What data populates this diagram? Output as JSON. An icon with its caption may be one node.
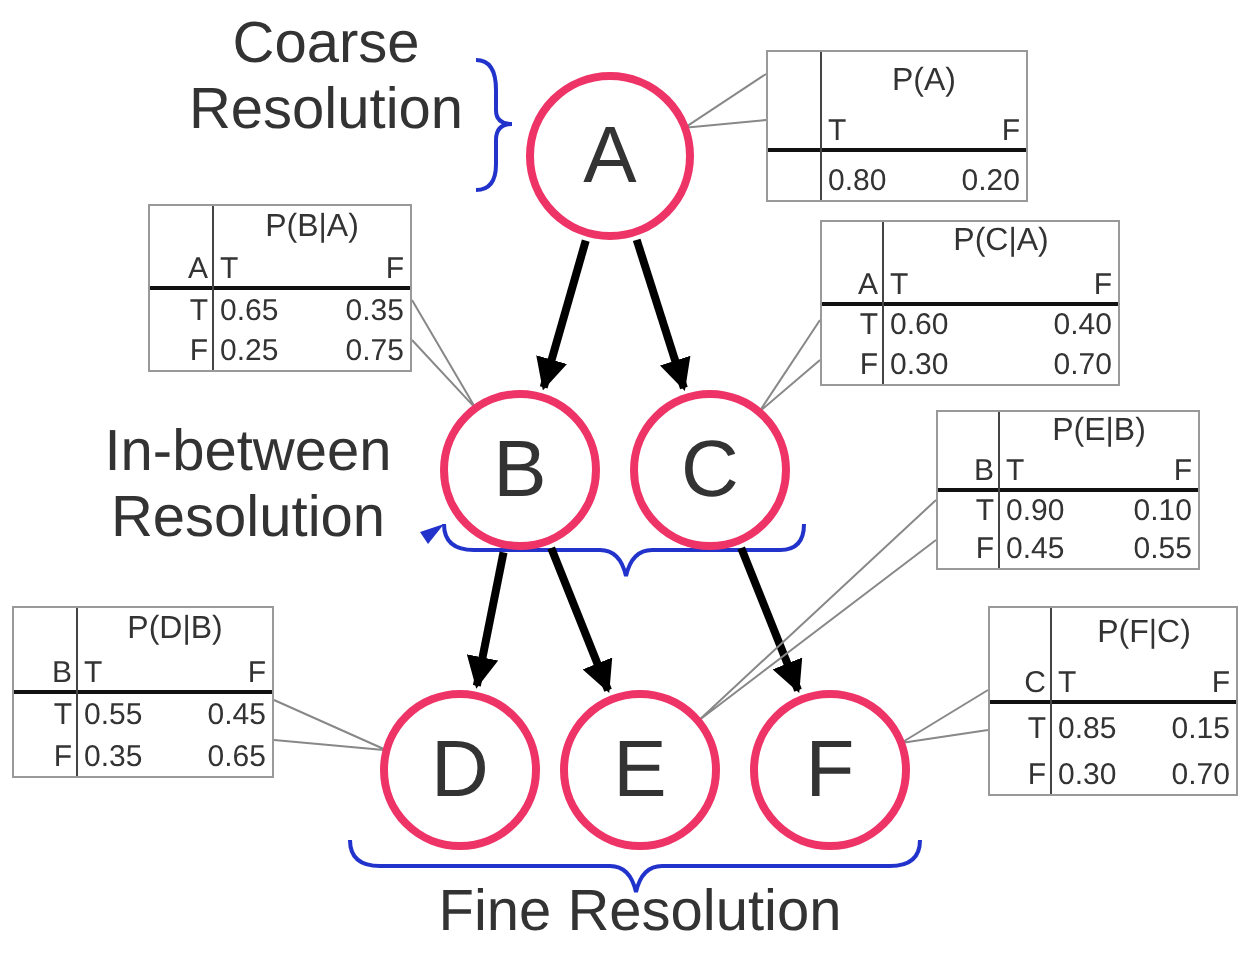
{
  "diagram": {
    "nodes": [
      {
        "text": [
          "A"
        ]
      },
      {
        "text": [
          "B"
        ]
      },
      {
        "text": [
          "C"
        ]
      },
      {
        "text": [
          "D"
        ]
      },
      {
        "text": [
          "E"
        ]
      },
      {
        "text": [
          "F"
        ]
      },
      {
        "text": [
          "P(A)",
          "T",
          "F",
          "0.80",
          "0.20"
        ]
      },
      {
        "text": [
          "P(B|A)",
          "A",
          "T",
          "F",
          "T",
          "0.65",
          "0.35",
          "F",
          "0.25",
          "0.75"
        ]
      },
      {
        "text": [
          "P(C|A)",
          "A",
          "T",
          "F",
          "T",
          "0.60",
          "0.40",
          "F",
          "0.30",
          "0.70"
        ]
      },
      {
        "text": [
          "P(E|B)",
          "B",
          "T",
          "F",
          "T",
          "0.90",
          "0.10",
          "F",
          "0.45",
          "0.55"
        ]
      },
      {
        "text": [
          "P(D|B)",
          "B",
          "T",
          "F",
          "T",
          "0.55",
          "0.45",
          "F",
          "0.35",
          "0.65"
        ]
      },
      {
        "text": [
          "P(F|C)",
          "C",
          "T",
          "F",
          "T",
          "0.85",
          "0.15",
          "F",
          "0.30",
          "0.70"
        ]
      }
    ],
    "edges": [
      {
        "from": 0,
        "to": 1,
        "arrow": "to",
        "style": "thick",
        "color": "#000000"
      },
      {
        "from": 0,
        "to": 2,
        "arrow": "to",
        "style": "thick",
        "color": "#000000"
      },
      {
        "from": 1,
        "to": 3,
        "arrow": "to",
        "style": "thick",
        "color": "#000000"
      },
      {
        "from": 1,
        "to": 4,
        "arrow": "to",
        "style": "thick",
        "color": "#000000"
      },
      {
        "from": 2,
        "to": 5,
        "arrow": "to",
        "style": "thick",
        "color": "#000000"
      },
      {
        "from": 6,
        "to": 0,
        "arrow": "none",
        "color": "#888888"
      },
      {
        "from": 7,
        "to": 1,
        "arrow": "none",
        "color": "#888888"
      },
      {
        "from": 8,
        "to": 2,
        "arrow": "none",
        "color": "#888888"
      },
      {
        "from": 9,
        "to": 4,
        "arrow": "none",
        "color": "#888888"
      },
      {
        "from": 10,
        "to": 3,
        "arrow": "none",
        "color": "#888888"
      },
      {
        "from": 11,
        "to": 5,
        "arrow": "none",
        "color": "#888888"
      }
    ],
    "labels": [
      "Coarse Resolution",
      "In-between Resolution",
      "Fine Resolution"
    ]
  }
}
